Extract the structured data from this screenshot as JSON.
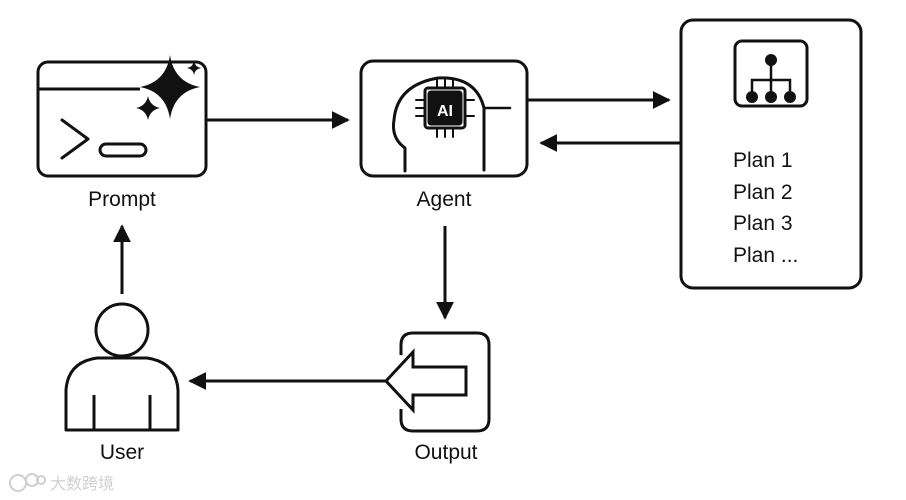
{
  "nodes": {
    "prompt": {
      "label": "Prompt"
    },
    "agent": {
      "label": "Agent",
      "chip_text": "AI"
    },
    "output": {
      "label": "Output"
    },
    "user": {
      "label": "User"
    },
    "plans": {
      "items": [
        "Plan 1",
        "Plan 2",
        "Plan 3",
        "Plan ..."
      ]
    }
  },
  "edges": [
    {
      "from": "prompt",
      "to": "agent"
    },
    {
      "from": "agent",
      "to": "plans"
    },
    {
      "from": "plans",
      "to": "agent"
    },
    {
      "from": "agent",
      "to": "output"
    },
    {
      "from": "output",
      "to": "user"
    },
    {
      "from": "user",
      "to": "prompt"
    }
  ],
  "watermark": "大数跨境",
  "colors": {
    "stroke": "#111111",
    "background": "#ffffff"
  }
}
